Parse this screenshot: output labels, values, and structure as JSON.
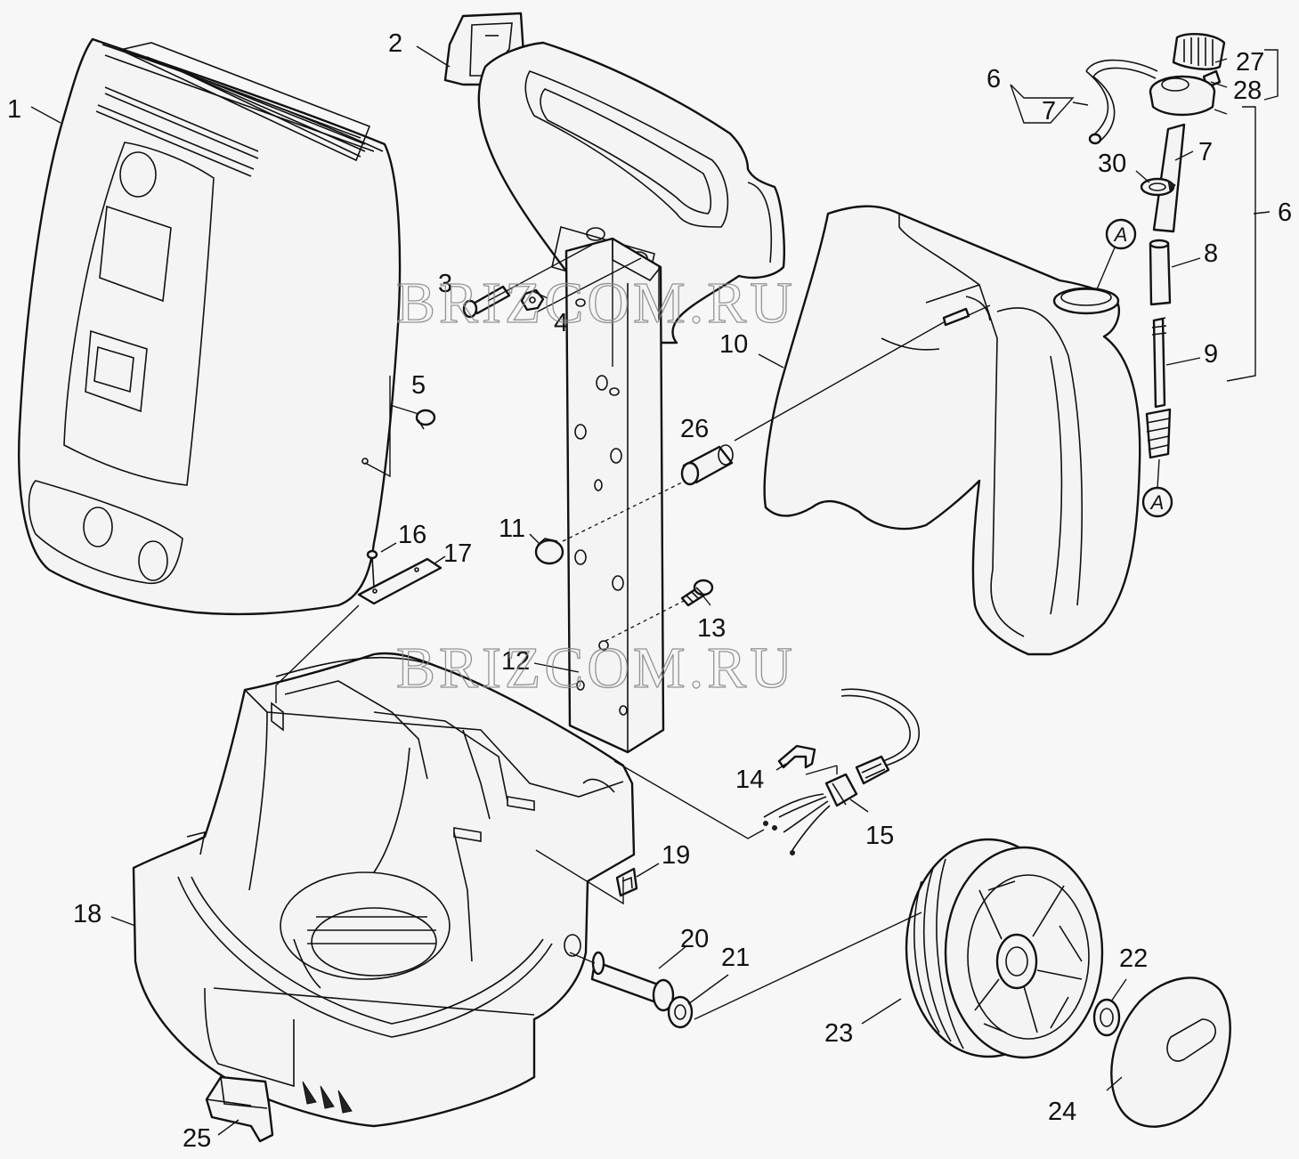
{
  "watermark": "BRIZCOM.RU",
  "connector_marker": "A",
  "callouts": {
    "c1": "1",
    "c2": "2",
    "c3": "3",
    "c4": "4",
    "c5": "5",
    "c6a": "6",
    "c6b": "6",
    "c7a": "7",
    "c7b": "7",
    "c8": "8",
    "c9": "9",
    "c10": "10",
    "c11": "11",
    "c12": "12",
    "c13": "13",
    "c14": "14",
    "c15": "15",
    "c16": "16",
    "c17": "17",
    "c18": "18",
    "c19": "19",
    "c20": "20",
    "c21": "21",
    "c22": "22",
    "c23": "23",
    "c24": "24",
    "c25": "25",
    "c26": "26",
    "c27": "27",
    "c28": "28",
    "c30": "30"
  }
}
